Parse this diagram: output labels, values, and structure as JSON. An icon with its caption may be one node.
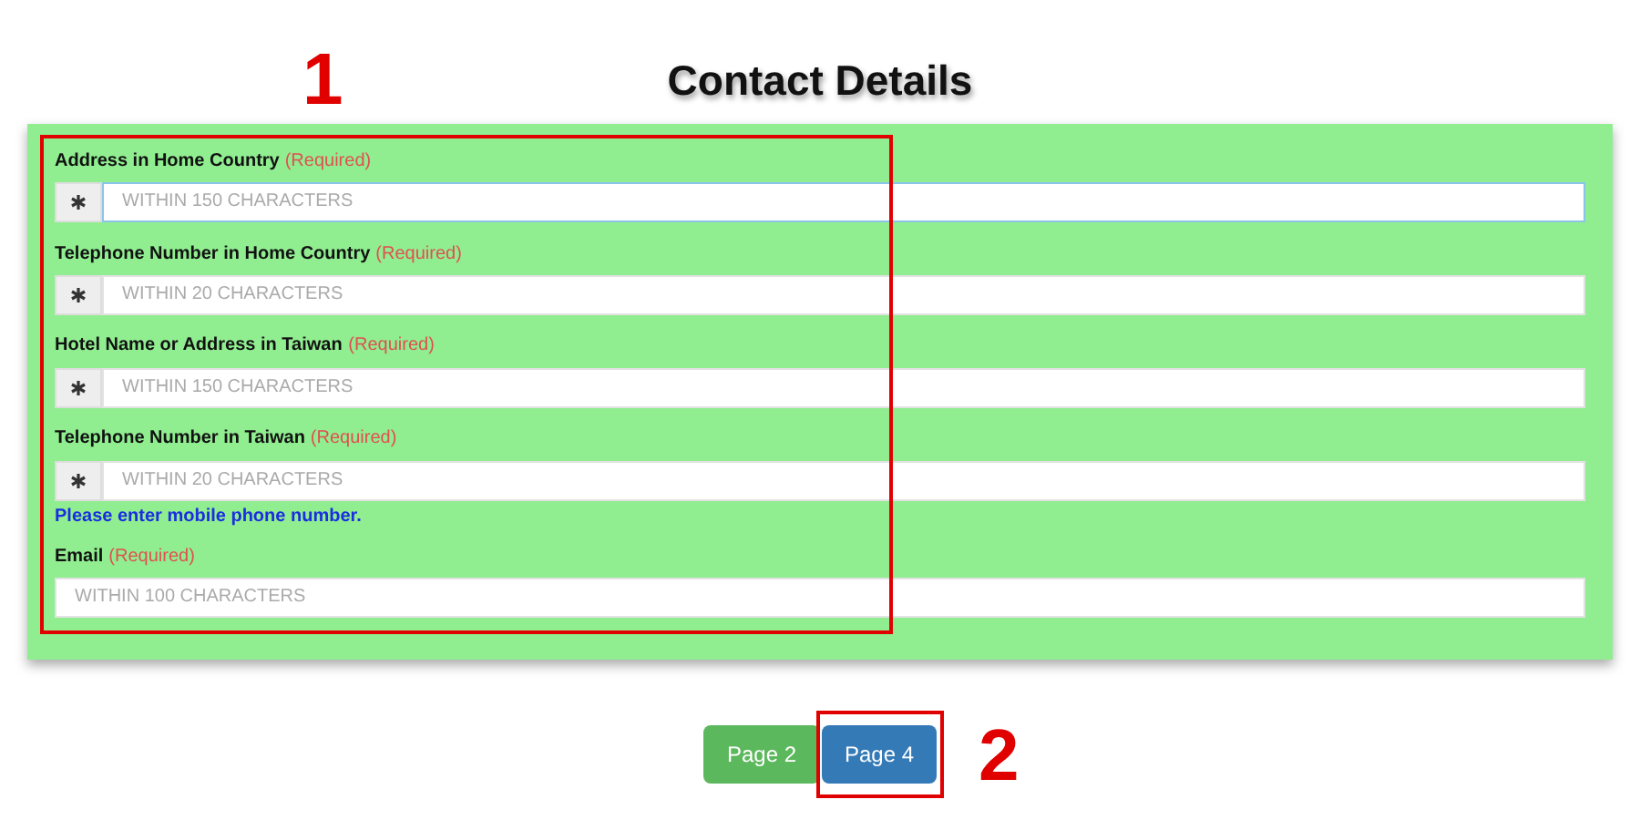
{
  "diagram": {
    "title": "Contact Details",
    "labels": [
      "1",
      "Address in Home Country",
      "(Required)",
      "WITHIN 150 CHARACTERS",
      "Telephone Number in Home Country",
      "(Required)",
      "WITHIN 20 CHARACTERS",
      "Hotel Name or Address in Taiwan",
      "(Required)",
      "WITHIN 150 CHARACTERS",
      "Telephone Number in Taiwan",
      "(Required)",
      "WITHIN 20 CHARACTERS",
      "Please enter mobile phone number.",
      "Email",
      "(Required)",
      "WITHIN 100 CHARACTERS",
      "Page 2",
      "Page 4",
      "2"
    ]
  }
}
